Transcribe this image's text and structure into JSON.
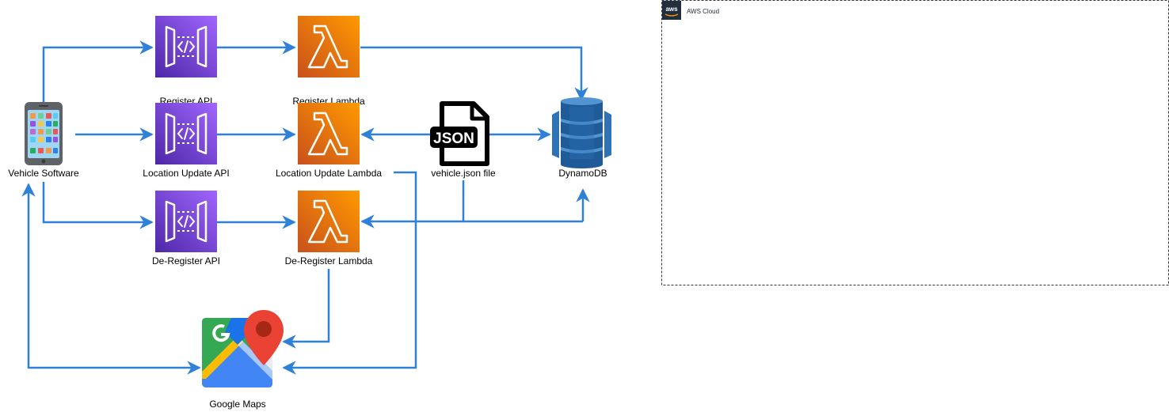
{
  "nodes": {
    "vehicle": {
      "label": "Vehicle Software",
      "icon": "mobile-phone-icon"
    },
    "register_api": {
      "label": "Register API",
      "icon": "api-gateway-icon"
    },
    "location_api": {
      "label": "Location Update API",
      "icon": "api-gateway-icon"
    },
    "deregister_api": {
      "label": "De-Register API",
      "icon": "api-gateway-icon"
    },
    "register_lambda": {
      "label": "Register Lambda",
      "icon": "lambda-icon"
    },
    "location_lambda": {
      "label": "Location Update Lambda",
      "icon": "lambda-icon"
    },
    "deregister_lambda": {
      "label": "De-Register Lambda",
      "icon": "lambda-icon"
    },
    "json_file": {
      "label": "vehicle.json file",
      "icon": "json-file-icon",
      "badge": "JSON"
    },
    "dynamodb": {
      "label": "DynamoDB",
      "icon": "dynamodb-icon"
    },
    "maps": {
      "label": "Google Maps",
      "icon": "google-maps-icon"
    }
  },
  "aws_cloud": {
    "label": "AWS Cloud",
    "logo_text": "aws"
  },
  "colors": {
    "arrow": "#2f80d8",
    "api_gateway": "#7b3fe4",
    "lambda": "#ef7b16",
    "dynamodb": "#2e73b8",
    "group_border": "#333333"
  }
}
